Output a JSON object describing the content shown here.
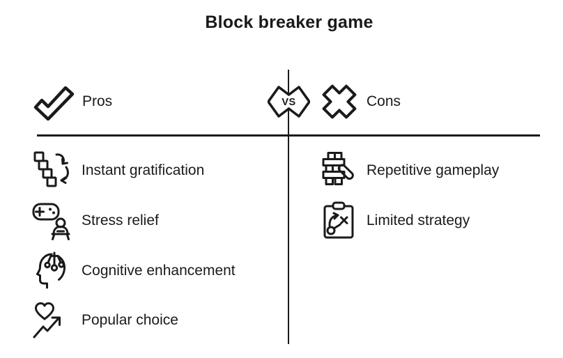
{
  "title": "Block breaker game",
  "divider": {
    "vs_label": "VS"
  },
  "pros": {
    "heading": "Pros",
    "heading_icon": "checkmark-icon",
    "items": [
      {
        "label": "Instant gratification",
        "icon": "falling-blocks-refresh-icon"
      },
      {
        "label": "Stress relief",
        "icon": "gamepad-person-icon"
      },
      {
        "label": "Cognitive enhancement",
        "icon": "head-circuit-icon"
      },
      {
        "label": "Popular choice",
        "icon": "heart-trend-icon"
      }
    ]
  },
  "cons": {
    "heading": "Cons",
    "heading_icon": "cross-icon",
    "items": [
      {
        "label": "Repetitive gameplay",
        "icon": "block-tower-collapse-icon"
      },
      {
        "label": "Limited strategy",
        "icon": "strategy-clipboard-icon"
      }
    ]
  },
  "colors": {
    "ink": "#1a1a1a",
    "background": "#ffffff"
  }
}
